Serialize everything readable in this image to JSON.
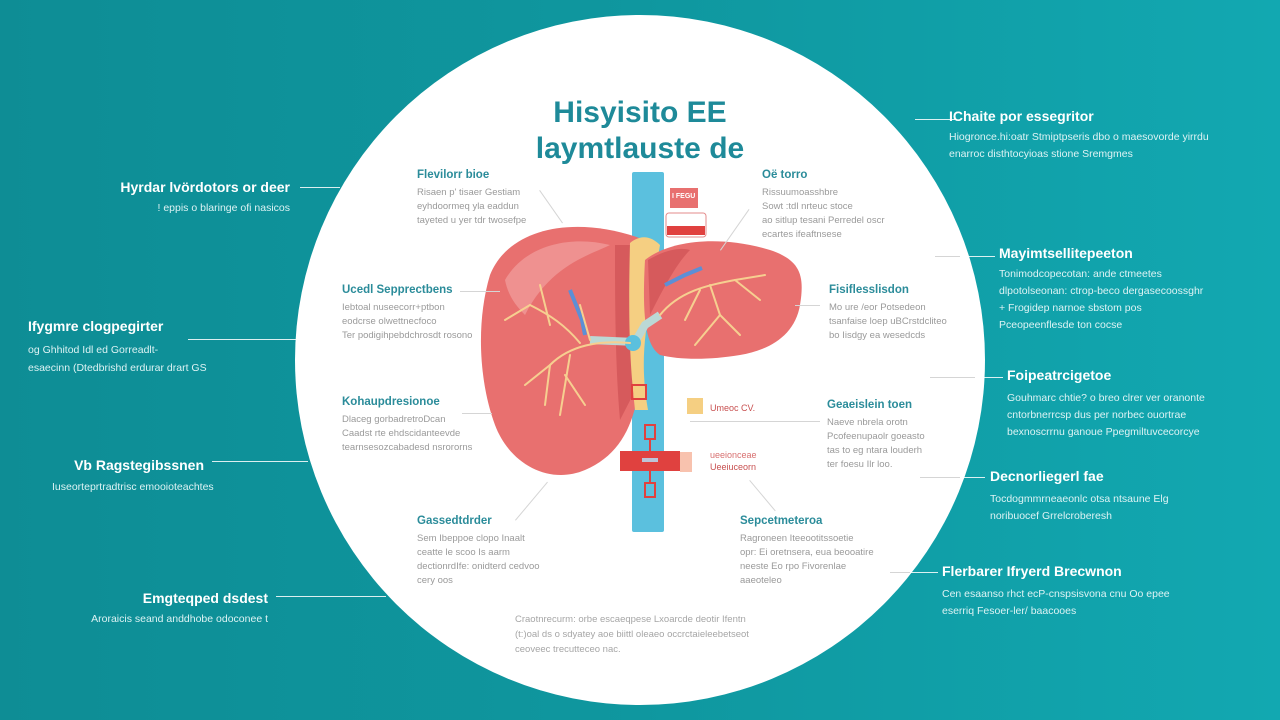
{
  "title": {
    "line1": "Hisyisito EE",
    "line2": "laymtlauste de"
  },
  "colors": {
    "background_left": "#0E8D95",
    "background_right": "#12A8B1",
    "circle": "#FFFFFF",
    "title": "#1E8A99",
    "liver": "#E8706F",
    "liver_dark": "#D85A5C",
    "vessel_blue": "#5BC0DE",
    "bile_yellow": "#F5CF82",
    "marker_red": "#E0413F"
  },
  "outer_left": [
    {
      "heading": "Hyrdar lvördotors or deer",
      "body": [
        "! eppis o blaringe ofi nasicos"
      ]
    },
    {
      "heading": "Ifygmre clogpegirter",
      "body": [
        "og Ghhitod Idl ed Gorreadlt-",
        "esaecinn (Dtedbrishd erdurar drart GS"
      ]
    },
    {
      "heading": "Vb Ragstegibssnen",
      "body": [
        "Iuseorteprtradtrisc emooioteachtes"
      ]
    },
    {
      "heading": "Emgteqped dsdest",
      "body": [
        "Aroraicis seand anddhobe odoconee t"
      ]
    }
  ],
  "outer_right": [
    {
      "heading": "IChaite por essegritor",
      "body": [
        "Hiogronce.hi:oatr Stmiptpseris dbo o maesovorde yirrdu",
        "enarroc disthtocyioas stione Sremgmes"
      ]
    },
    {
      "heading": "Mayimtsellitepeeton",
      "body": [
        "Tonimodcopecotan: ande ctmeetes",
        "dlpotolseonan: ctrop-beco dergasecoossghr",
        "+ Frogidep narnoe sbstom pos",
        "Pceopeenflesde ton cocse"
      ]
    },
    {
      "heading": "Foipeatrcigetoe",
      "body": [
        "Gouhmarc chtie? o breo clrer ver oranonte",
        "cntorbnerrcsp dus per norbec ouortrae",
        "bexnoscrrnu ganoue Ppegmiltuvcecorcye"
      ]
    },
    {
      "heading": "Decnorliegerl fae",
      "body": [
        "Tocdogmmrneaeonlc otsa ntsaune Elg",
        "noribuocef Grrelcroberesh"
      ]
    }
  ],
  "outer_right_bottom": {
    "heading": "Flerbarer Ifryerd Brecwnon",
    "body": [
      "Cen esaanso rhct ecP-cnspsisvona cnu Oo epee",
      "eserriq Fesoer-ler/ baacooes"
    ]
  },
  "inner_left": [
    {
      "heading": "Flevilorr bioe",
      "body": [
        "Risaen p' tisaer Gestiam",
        "eyhdoormeq yla eaddun",
        "tayeted u yer tdr twosefpe"
      ]
    },
    {
      "heading": "Ucedl Sepprectbens",
      "body": [
        "Iebtoal nuseecorr+ptbon",
        "eodcrse olwettnecfoco",
        "Ter podigihpebdchrosdt rosono"
      ]
    },
    {
      "heading": "Kohaupdresionoe",
      "body": [
        "Dlaceg gorbadretroDcan",
        "Caadst rte ehdscidanteevde",
        "tearnsesozcabadesd nsrororns"
      ]
    },
    {
      "heading": "Gassedtdrder",
      "body": [
        "Sem Ibeppoe clopo Inaalt",
        "ceatte le scoo Is aarm",
        "dectionrdIfe: onidterd cedvoo",
        "cery oos"
      ]
    }
  ],
  "inner_right": [
    {
      "heading": "Oë torro",
      "body": [
        "Rissuumoasshbre",
        "Sowt :tdl nrteuc stoce",
        "ao sitlup tesani Perredel oscr",
        "ecartes ifeaftnsese"
      ]
    },
    {
      "heading": "Fisiflesslisdon",
      "body": [
        "Mo ure /eor Potsedeon",
        "tsanfaise loep uBCrstdcliteo",
        "bo Iisdgy ea wesedcds"
      ]
    },
    {
      "heading": "Geaeislein toen",
      "body": [
        "Naeve nbrela orotn",
        "Pcofeenupaolr goeasto",
        "tas to eg ntara louderh",
        "ter foesu Ilr loo."
      ]
    },
    {
      "heading": "Sepcetmeteroa",
      "body": [
        "Ragroneen Iteeootitssoetie",
        "opr: Ei oretnsera, eua beooatire",
        "neeste Eo rpo Fivorenlae",
        "aaeoteleo"
      ]
    }
  ],
  "diagram_tags": {
    "top_marker": "I FEGU",
    "yellow_tag": "Umeoc CV.",
    "peach_tag_line1": "ueeionceae",
    "peach_tag_line2": "Ueeiuceorn"
  },
  "footnote": [
    "Craotnrecurm: orbe escaeqpese Lxoarcde deotir Ifentn",
    "(t:)oal ds o sdyatey aoe biittl oleaeo occrctaieleebetseot",
    "ceoveec trecutteceo nac."
  ]
}
